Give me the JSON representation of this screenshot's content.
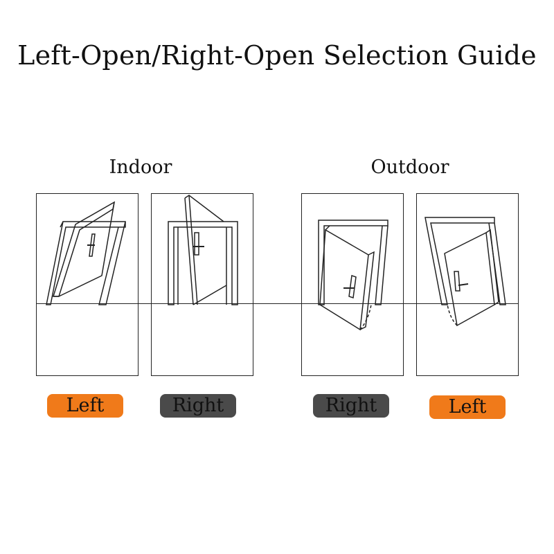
{
  "title": "Left-Open/Right-Open Selection Guide",
  "groups": {
    "indoor": "Indoor",
    "outdoor": "Outdoor"
  },
  "badges": [
    {
      "label": "Left",
      "color": "#f07a1a"
    },
    {
      "label": "Right",
      "color": "#4a4a4a"
    },
    {
      "label": "Right",
      "color": "#4a4a4a"
    },
    {
      "label": "Left",
      "color": "#f07a1a"
    }
  ],
  "colors": {
    "stroke": "#222222",
    "background": "#ffffff"
  }
}
